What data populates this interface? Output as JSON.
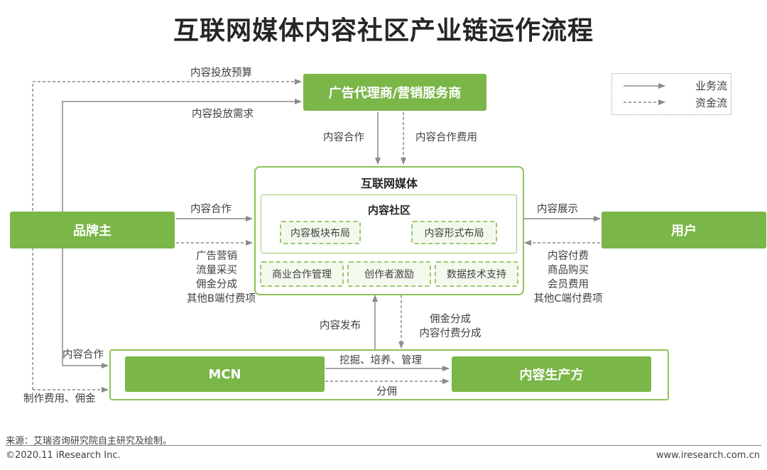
{
  "title": "互联网媒体内容社区产业链运作流程",
  "legend": {
    "business": "业务流",
    "capital": "资金流"
  },
  "nodes": {
    "agency": "广告代理商/营销服务商",
    "brand": "品牌主",
    "user": "用户",
    "mcn": "MCN",
    "producer": "内容生产方",
    "media": "互联网媒体",
    "community": "内容社区",
    "board_layout": "内容板块布局",
    "form_layout": "内容形式布局",
    "biz_coop": "商业合作管理",
    "creator_incentive": "创作者激励",
    "data_tech": "数据技术支持"
  },
  "edges": {
    "budget": "内容投放预算",
    "demand": "内容投放需求",
    "agency_coop": "内容合作",
    "agency_fee": "内容合作费用",
    "brand_coop": "内容合作",
    "brand_pay": [
      "广告营销",
      "流量采买",
      "佣金分成",
      "其他B端付费项"
    ],
    "display": "内容展示",
    "user_pay": [
      "内容付费",
      "商品购买",
      "会员费用",
      "其他C端付费项"
    ],
    "publish": "内容发布",
    "share": [
      "佣金分成",
      "内容付费分成"
    ],
    "mcn_coop": "内容合作",
    "mcn_fee": "制作费用、佣金",
    "dig": "挖掘、培养、管理",
    "commission": "分佣"
  },
  "footer": {
    "source": "来源：艾瑞咨询研究院自主研究及绘制。",
    "copyright": "©2020.11 iResearch Inc.",
    "website": "www.iresearch.com.cn"
  }
}
